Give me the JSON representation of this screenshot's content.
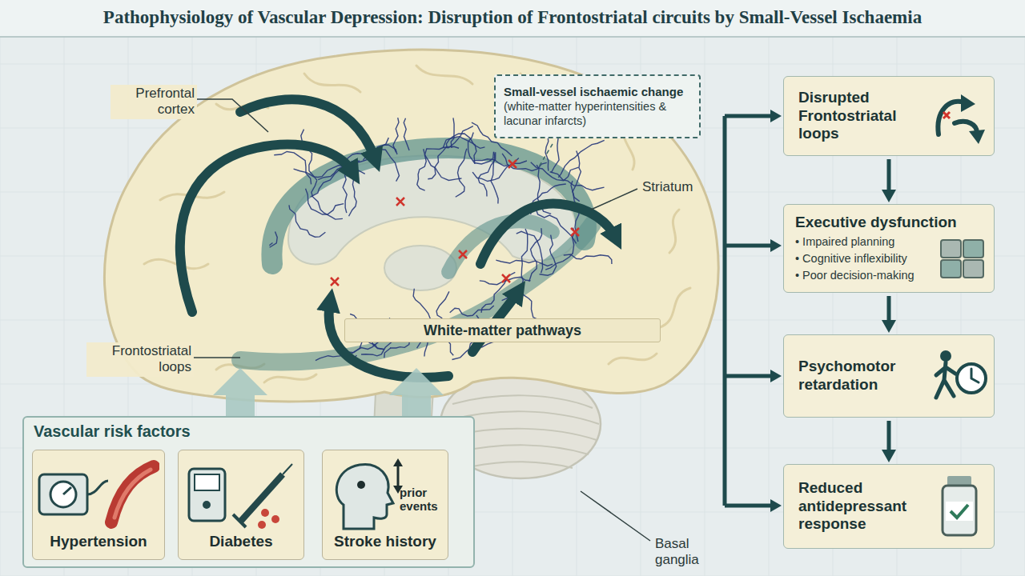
{
  "diagram": {
    "title": "Pathophysiology of Vascular Depression: Disruption of Frontostriatal circuits by Small-Vessel Ischaemia",
    "nodes": [
      {
        "text": [
          "Small-vessel ischaemic change",
          "(white-matter hyperintensities & lacunar infarcts)"
        ]
      },
      {
        "text": [
          "White-matter pathways"
        ]
      },
      {
        "text": [
          "Vascular risk factors"
        ]
      },
      {
        "text": [
          "Hypertension"
        ],
        "in": 2
      },
      {
        "text": [
          "Diabetes"
        ],
        "in": 2
      },
      {
        "text": [
          "Stroke history",
          "prior events"
        ],
        "in": 2
      },
      {
        "text": [
          "Disrupted Frontostriatal loops"
        ]
      },
      {
        "text": [
          "Executive dysfunction",
          "• Impaired planning",
          "• Cognitive inflexibility",
          "• Poor decision-making"
        ]
      },
      {
        "text": [
          "Psychomotor retardation"
        ]
      },
      {
        "text": [
          "Reduced antidepressant response"
        ]
      }
    ],
    "edges": [
      {
        "from": 6,
        "to": 7,
        "arrow": "to"
      },
      {
        "from": 7,
        "to": 8,
        "arrow": "to"
      },
      {
        "from": 8,
        "to": 9,
        "arrow": "to"
      }
    ],
    "labels": [
      "Prefrontal cortex",
      "Striatum",
      "Frontostriatal loops",
      "Basal ganglia"
    ]
  }
}
